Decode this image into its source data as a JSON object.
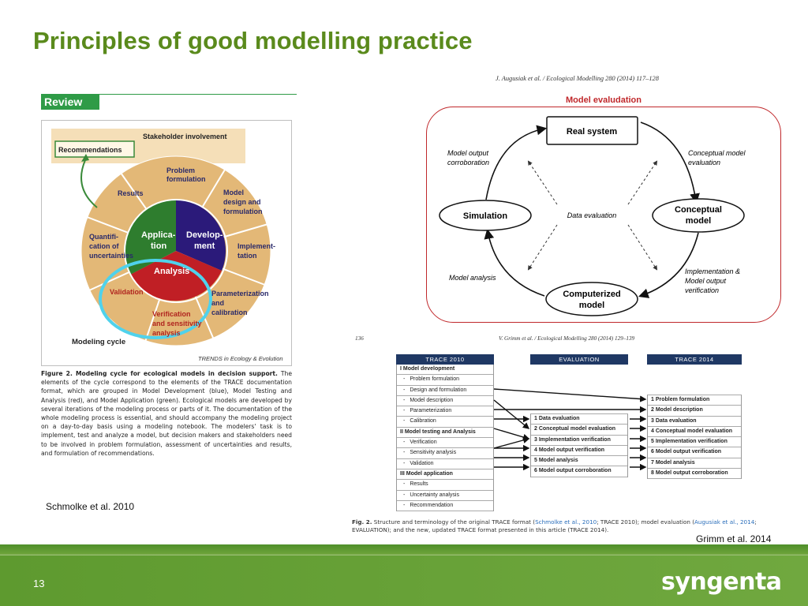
{
  "slide": {
    "title": "Principles of good modelling practice",
    "page_number": "13",
    "brand": "syngenta"
  },
  "left_figure": {
    "review_tag": "Review",
    "recommendations": "Recommendations",
    "stakeholder": "Stakeholder involvement",
    "results": "Results",
    "problem_l1": "Problem",
    "problem_l2": "formulation",
    "model_design_l1": "Model",
    "model_design_l2": "design and",
    "model_design_l3": "formulation",
    "quantif_l1": "Quantifi-",
    "quantif_l2": "cation of",
    "quantif_l3": "uncertainties",
    "application_l1": "Applica-",
    "application_l2": "tion",
    "development_l1": "Develop-",
    "development_l2": "ment",
    "implementation_l1": "Implement-",
    "implementation_l2": "tation",
    "analysis": "Analysis",
    "validation": "Validation",
    "param_l1": "Parameterization",
    "param_l2": "and",
    "param_l3": "calibration",
    "verif_l1": "Verification",
    "verif_l2": "and sensitivity",
    "verif_l3": "analysis",
    "modeling_cycle": "Modeling cycle",
    "journal": "TRENDS in Ecology & Evolution",
    "caption_bold": "Figure 2. Modeling cycle for ecological models in decision support.",
    "caption_text": " The elements of the cycle correspond to the elements of the TRACE documentation format, which are grouped in Model Development (blue), Model Testing and Analysis (red), and Model Application (green). Ecological models are developed by several iterations of the modeling process or parts of it. The documentation of the whole modeling process is essential, and should accompany the modeling project on a day-to-day basis using a modeling notebook. The modelers' task is to implement, test and analyze a model, but decision makers and stakeholders need to be involved in problem formulation, assessment of uncertainties and results, and formulation of recommendations.",
    "citation": "Schmolke et al. 2010",
    "colors": {
      "development": "#2b1a7a",
      "analysis": "#c01f25",
      "application": "#2e7d2e",
      "ring": "#e9c07f",
      "outer": "#d9b07a",
      "highlight": "#4fd2ec"
    }
  },
  "right_figure": {
    "header": "J. Augusiak et al. / Ecological Modelling 280 (2014) 117–128",
    "title": "Model evaludation",
    "real_system": "Real system",
    "simulation": "Simulation",
    "conceptual_l1": "Conceptual",
    "conceptual_l2": "model",
    "computerized_l1": "Computerized",
    "computerized_l2": "model",
    "output_corr_l1": "Model output",
    "output_corr_l2": "corroboration",
    "concept_eval_l1": "Conceptual model",
    "concept_eval_l2": "evaluation",
    "data_eval": "Data evaluation",
    "model_analysis": "Model analysis",
    "impl_l1": "Implementation &",
    "impl_l2": "Model output",
    "impl_l3": "verification"
  },
  "trace": {
    "page": "136",
    "header": "V. Grimm et al. / Ecological Modelling 280 (2014) 129–139",
    "col_2010": "TRACE 2010",
    "col_eval": "EVALUATION",
    "col_2014": "TRACE 2014",
    "rows_2010": [
      {
        "text": "I Model development",
        "kind": "sec"
      },
      {
        "text": "Problem formulation",
        "kind": "sub"
      },
      {
        "text": "Design and formulation",
        "kind": "sub"
      },
      {
        "text": "Model description",
        "kind": "sub"
      },
      {
        "text": "Parameterization",
        "kind": "sub"
      },
      {
        "text": "Calibration",
        "kind": "sub"
      },
      {
        "text": "II Model testing and Analysis",
        "kind": "sec"
      },
      {
        "text": "Verification",
        "kind": "sub"
      },
      {
        "text": "Sensitivity analysis",
        "kind": "sub"
      },
      {
        "text": "Validation",
        "kind": "sub"
      },
      {
        "text": "III Model application",
        "kind": "sec"
      },
      {
        "text": "Results",
        "kind": "sub"
      },
      {
        "text": "Uncertainty analysis",
        "kind": "sub"
      },
      {
        "text": "Recommendation",
        "kind": "sub"
      }
    ],
    "rows_eval": [
      "1 Data evaluation",
      "2 Conceptual model evaluation",
      "3 Implementation verification",
      "4 Model output verification",
      "5 Model analysis",
      "6 Model output corroboration"
    ],
    "rows_2014": [
      "1 Problem formulation",
      "2 Model description",
      "3 Data evaluation",
      "4 Conceptual model evaluation",
      "5 Implementation verification",
      "6 Model output verification",
      "7 Model analysis",
      "8 Model output corroboration"
    ],
    "caption_a": "Fig. 2.",
    "caption_b": " Structure and terminology of the original TRACE format (",
    "caption_link1": "Schmolke et al., 2010",
    "caption_c": "; TRACE 2010); model evaluation (",
    "caption_link2": "Augusiak et al., 2014",
    "caption_d": "; EVALUATION); and the new, updated TRACE format presented in this article (TRACE 2014).",
    "citation": "Grimm et al. 2014"
  }
}
